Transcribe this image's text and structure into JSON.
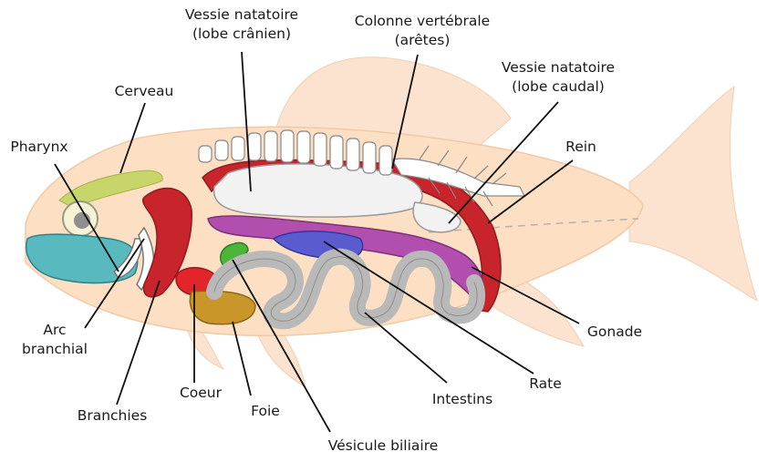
{
  "labels": {
    "vessie_cranien": "Vessie natatoire\n(lobe crânien)",
    "colonne": "Colonne vertébrale\n(arêtes)",
    "vessie_caudal": "Vessie natatoire\n(lobe caudal)",
    "cerveau": "Cerveau",
    "pharynx": "Pharynx",
    "rein": "Rein",
    "arc_branchial": "Arc\nbranchial",
    "gonade": "Gonade",
    "coeur": "Coeur",
    "rate": "Rate",
    "intestins": "Intestins",
    "branchies": "Branchies",
    "foie": "Foie",
    "vesicule": "Vésicule biliaire"
  },
  "colors": {
    "body": "#fde0c4",
    "fin": "#fbe3cf",
    "brain": "#c8d56a",
    "bladder": "#f2f2f2",
    "kidney": "#c8242c",
    "gonad": "#b24fae",
    "spleen": "#5b5bd0",
    "intestine": "#b9b9b9",
    "heart": "#e1252b",
    "liver": "#c9962a",
    "gallbladder": "#4bb53a",
    "pharynx": "#58b9bf"
  }
}
